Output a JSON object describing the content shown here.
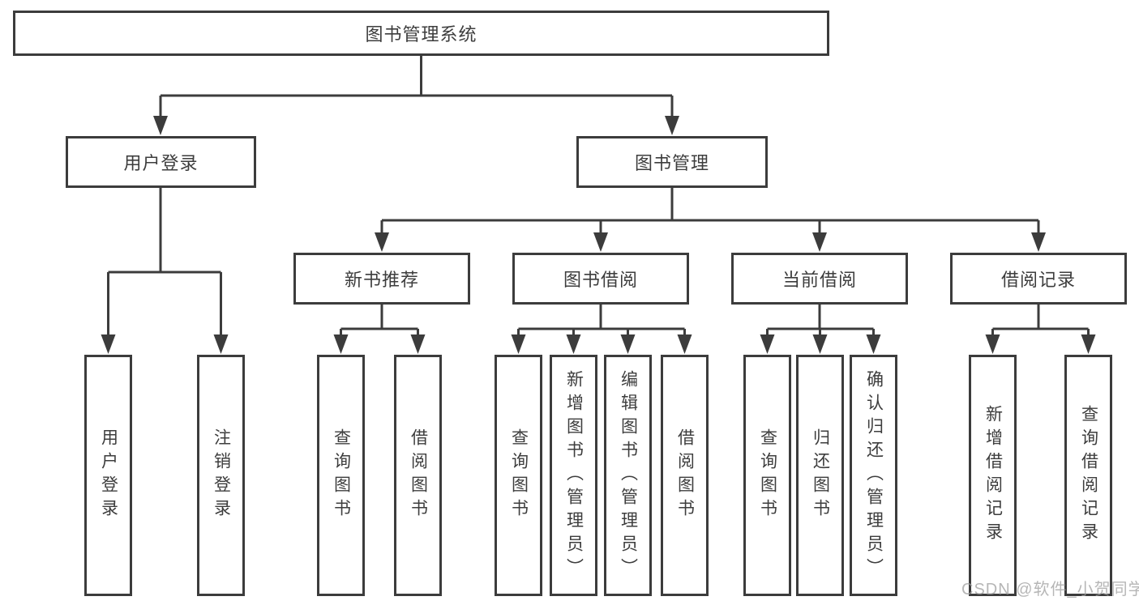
{
  "diagram": {
    "root": {
      "label": "图书管理系统"
    },
    "user_login": {
      "label": "用户登录",
      "children": [
        "用户登录",
        "注销登录"
      ]
    },
    "book_management": {
      "label": "图书管理",
      "sections": {
        "new_book_recommend": {
          "label": "新书推荐",
          "children": [
            "查询图书",
            "借阅图书"
          ]
        },
        "book_borrowing": {
          "label": "图书借阅",
          "children": [
            "查询图书",
            "新增图书（管理员）",
            "编辑图书（管理员）",
            "借阅图书"
          ]
        },
        "current_borrowing": {
          "label": "当前借阅",
          "children": [
            "查询图书",
            "归还图书",
            "确认归还（管理员）"
          ]
        },
        "borrowing_records": {
          "label": "借阅记录",
          "children": [
            "新增借阅记录",
            "查询借阅记录"
          ]
        }
      }
    }
  },
  "watermark": {
    "text": "CSDN @软件_小贺同学"
  },
  "colors": {
    "line": "#3c3c3c",
    "text": "#3d3d3d",
    "box_background": "#ffffff",
    "watermark": "#9e9e9e"
  }
}
